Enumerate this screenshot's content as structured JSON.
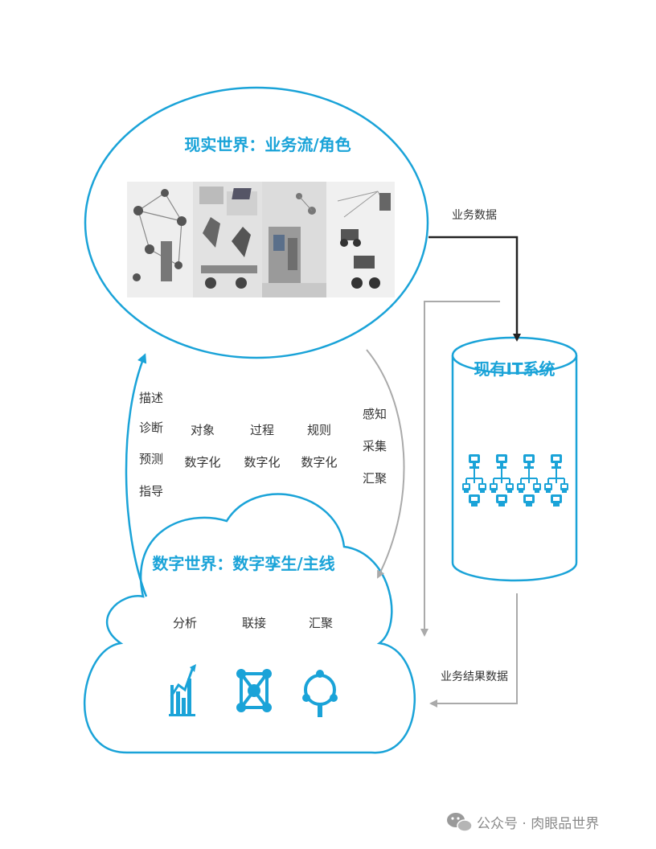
{
  "colors": {
    "accent": "#1aa3d8",
    "arrow_dark": "#222222",
    "arrow_gray": "#aaaaaa",
    "text": "#333333"
  },
  "real_world": {
    "title": "现实世界：业务流/角色"
  },
  "it_system": {
    "title": "现有IT系统",
    "icon": "network-computer-icon",
    "icon_count": 4
  },
  "digital_world": {
    "title": "数字世界：数字孪生/主线",
    "functions": [
      {
        "label": "分析",
        "icon": "bar-chart-icon"
      },
      {
        "label": "联接",
        "icon": "molecule-icon"
      },
      {
        "label": "汇聚",
        "icon": "cycle-nodes-icon"
      }
    ]
  },
  "flows": {
    "business_data": "业务数据",
    "business_result_data": "业务结果数据"
  },
  "left_column": [
    "描述",
    "诊断",
    "预测",
    "指导"
  ],
  "digitize_groups": [
    {
      "line1": "对象",
      "line2": "数字化"
    },
    {
      "line1": "过程",
      "line2": "数字化"
    },
    {
      "line1": "规则",
      "line2": "数字化"
    }
  ],
  "right_column": [
    "感知",
    "采集",
    "汇聚"
  ],
  "watermark": "公众号 · 肉眼品世界"
}
